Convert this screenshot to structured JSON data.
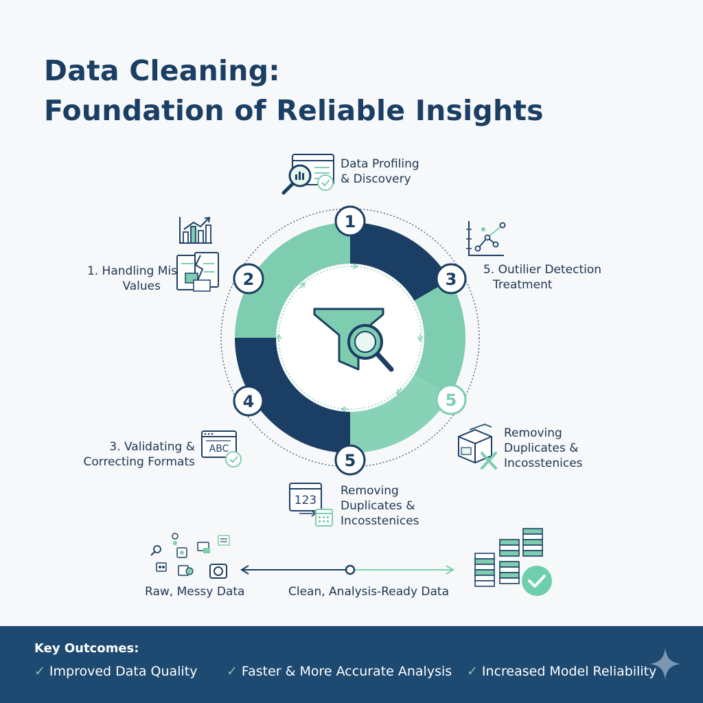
{
  "title": {
    "line1": "Data Cleaning:",
    "line2": "Foundation of Reliable Insights"
  },
  "steps": [
    {
      "badge": "1",
      "label_line1": "Data Profiling",
      "label_line2": "& Discovery",
      "icon": "report-magnifier-icon"
    },
    {
      "badge": "2",
      "label_line1": "1. Handling Mis",
      "label_line2": "Values",
      "icon": "broken-document-icon"
    },
    {
      "badge": "3",
      "label_line1": "5. Outilier Detection",
      "label_line2": "Treatment",
      "icon": "scatter-plot-icon"
    },
    {
      "badge": "4",
      "label_line1": "3. Validating &",
      "label_line2": "Correcting Formats",
      "icon": "abc-window-icon"
    },
    {
      "badge": "5",
      "label_line1": "Removing",
      "label_line2": "Duplicates &",
      "label_line3": "Incosstenices",
      "icon": "boxes-cross-icon"
    },
    {
      "badge": "5",
      "label_line1": "Removing",
      "label_line2": "Duplicates &",
      "label_line3": "Incosstenices",
      "icon": "calendar-123-icon"
    }
  ],
  "extra_icon": "bar-chart-icon",
  "center_icon": "funnel-magnifier-icon",
  "flow": {
    "from_label": "Raw, Messy Data",
    "to_label": "Clean, Analysis-Ready Data",
    "from_icon": "scattered-data-icons",
    "to_icon": "database-stack-check-icon"
  },
  "outcomes": {
    "title": "Key Outcomes:",
    "items": [
      "Improved Data Quality",
      "Faster & More Accurate Analysis",
      "Increased Model Reliability"
    ],
    "check_glyph": "✓"
  },
  "colors": {
    "navy": "#1b3e64",
    "mint": "#7ecdb0",
    "banner": "#1e4a72",
    "accent_check": "#6fcfac"
  }
}
